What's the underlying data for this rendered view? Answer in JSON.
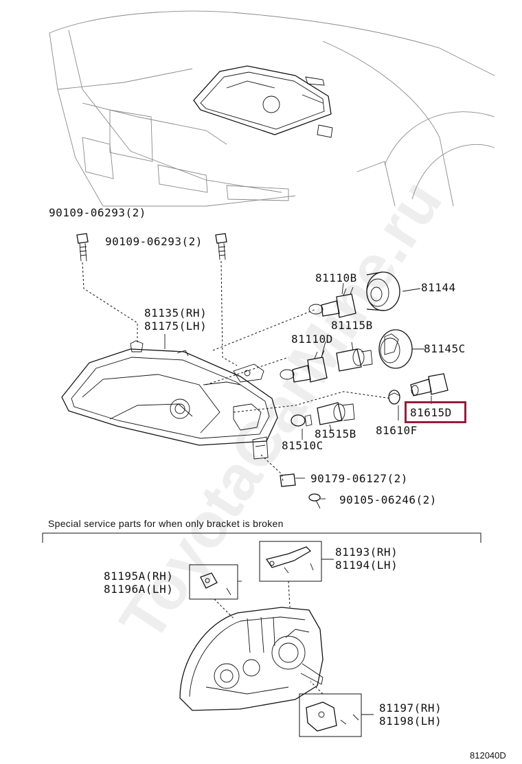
{
  "labels": {
    "bolt_upper_left": "90109-06293(2)",
    "bolt_upper_right": "90109-06293(2)",
    "p81110b": "81110B",
    "p81144": "81144",
    "p81135": "81135(RH)",
    "p81175": "81175(LH)",
    "p81115b": "81115B",
    "p81110d": "81110D",
    "p81145c": "81145C",
    "p81615d": "81615D",
    "p81610f": "81610F",
    "p81515b": "81515B",
    "p81510c": "81510C",
    "nut": "90179-06127(2)",
    "screw": "90105-06246(2)",
    "p81193": "81193(RH)",
    "p81194": "81194(LH)",
    "p81195a": "81195A(RH)",
    "p81196a": "81196A(LH)",
    "p81197": "81197(RH)",
    "p81198": "81198(LH)"
  },
  "note": "Special service parts for when only bracket is broken",
  "figure_number": "812040D",
  "watermark": "ToyotaCarMine.ru",
  "highlight_color": "#9a1b3c"
}
